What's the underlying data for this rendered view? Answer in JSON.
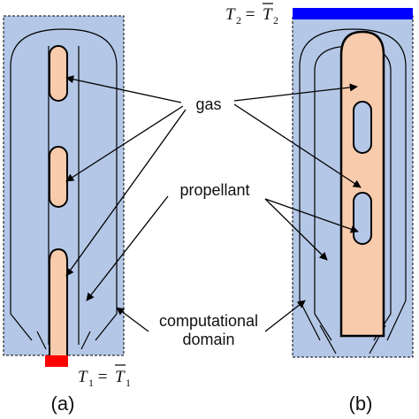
{
  "labels": {
    "gas": "gas",
    "propellant": "propellant",
    "domain_line1": "computational",
    "domain_line2": "domain",
    "panel_a": "(a)",
    "panel_b": "(b)"
  },
  "boundary_conditions": {
    "bottom": {
      "T": "T",
      "sub": "1",
      "eq": " = "
    },
    "top": {
      "T": "T",
      "sub": "2",
      "eq": " = "
    }
  },
  "colors": {
    "domain_fill": "#b4c7e7",
    "gas_fill": "#f8cbad",
    "bottom_bc": "#ff0000",
    "top_bc": "#0000ff",
    "stroke": "#000000"
  }
}
